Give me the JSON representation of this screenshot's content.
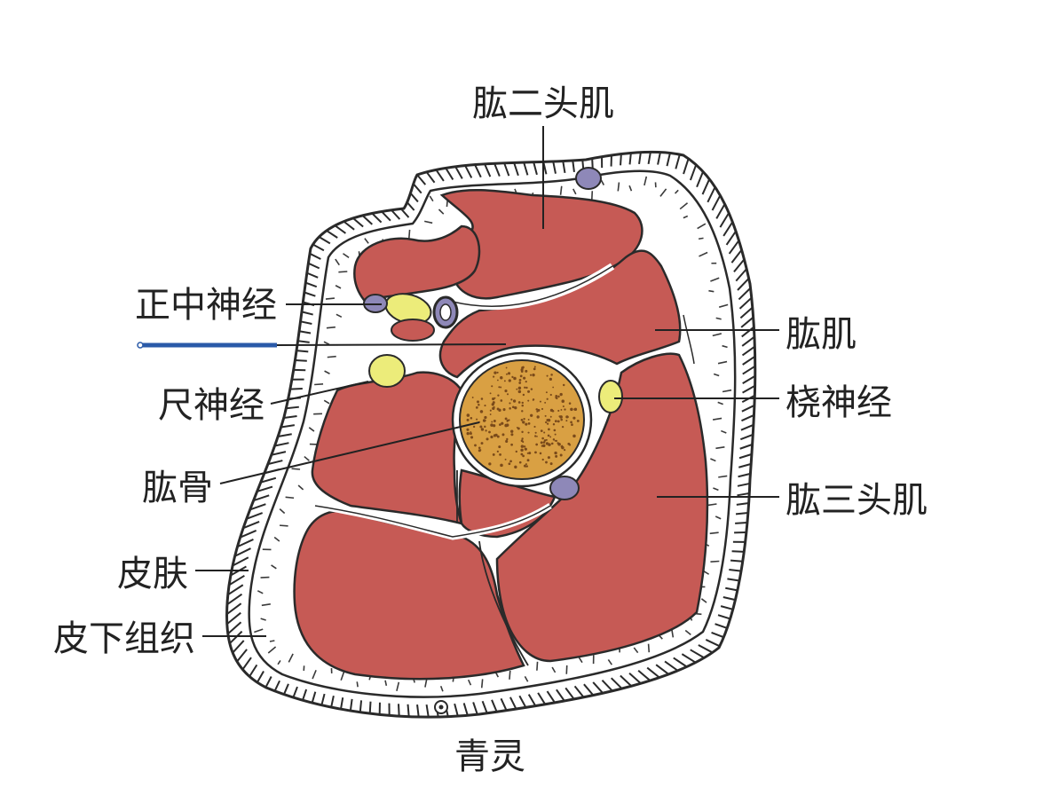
{
  "labels": {
    "biceps": "肱二头肌",
    "median_nerve": "正中神经",
    "ulnar_nerve": "尺神经",
    "humerus": "肱骨",
    "skin": "皮肤",
    "subcutaneous": "皮下组织",
    "brachialis": "肱肌",
    "radial_nerve": "桡神经",
    "triceps": "肱三头肌",
    "footer": "青灵"
  },
  "colors": {
    "muscle": "#c65a55",
    "bone": "#d9a043",
    "bone_dots": "#7a4a1a",
    "nerve": "#ecec7a",
    "vein": "#8e88b8",
    "marker_line": "#2a5aa8",
    "fat": "#ffffff",
    "outline": "#2a2a2a"
  },
  "icons": {
    "needle": "needle-marker-icon"
  }
}
